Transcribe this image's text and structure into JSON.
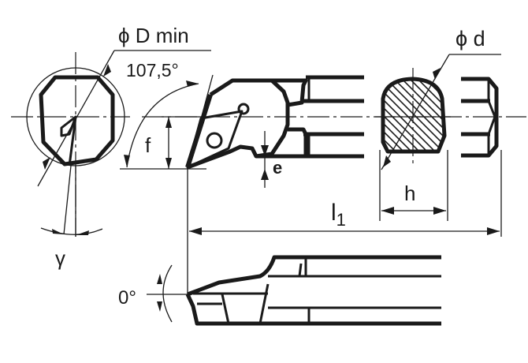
{
  "drawing": {
    "title": "Boring bar (internal turning tool) dimension drawing",
    "colors": {
      "ink": "#1a1a1a",
      "background": "#ffffff"
    }
  },
  "labels": {
    "d_min": "ϕ D min",
    "angle_approach": "107,5°",
    "f": "f",
    "e": "e",
    "phi_d": "ϕ d",
    "h": "h",
    "l1_main": "l",
    "l1_sub": "1",
    "gamma": "γ",
    "angle_side": "0°"
  },
  "views": [
    {
      "name": "end-view-bore",
      "description": "End view of tool in minimum bore diameter"
    },
    {
      "name": "top-view-holder",
      "description": "Top view of boring bar head with insert"
    },
    {
      "name": "section-view-shank",
      "description": "Hatched cross-section of shank"
    },
    {
      "name": "end-view-shank",
      "description": "End view of shank"
    },
    {
      "name": "side-view-holder",
      "description": "Side view of boring bar"
    }
  ]
}
